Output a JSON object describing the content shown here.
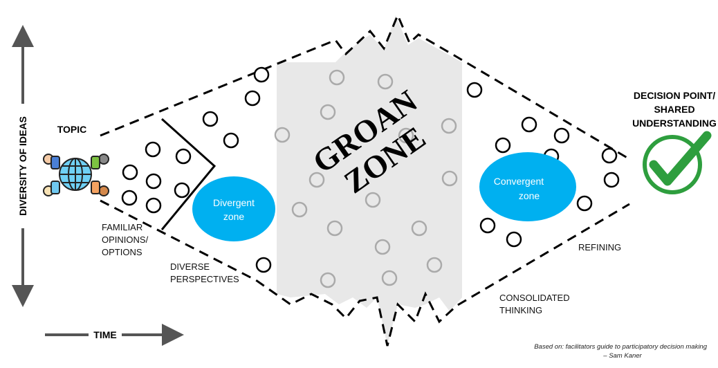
{
  "axes": {
    "y_label": "DIVERSITY OF IDEAS",
    "x_label": "TIME"
  },
  "topic": "TOPIC",
  "labels": {
    "familiar": [
      "FAMILIAR",
      "OPINIONS/",
      "OPTIONS"
    ],
    "diverse": [
      "DIVERSE",
      "PERSPECTIVES"
    ],
    "refining": "REFINING",
    "consolidated": [
      "CONSOLIDATED",
      "THINKING"
    ]
  },
  "zones": {
    "divergent": [
      "Divergent",
      "zone"
    ],
    "groan": [
      "GROAN",
      "ZONE"
    ],
    "convergent": [
      "Convergent",
      "zone"
    ]
  },
  "decision": [
    "DECISION POINT/",
    "SHARED",
    "UNDERSTANDING"
  ],
  "citation": [
    "Based on: facilitators guide to participatory decision making",
    "– Sam Kaner"
  ],
  "colors": {
    "zone_blue": "#00B0F0",
    "groan_gray": "#E8E8E8",
    "check_green": "#2E9E3E"
  }
}
